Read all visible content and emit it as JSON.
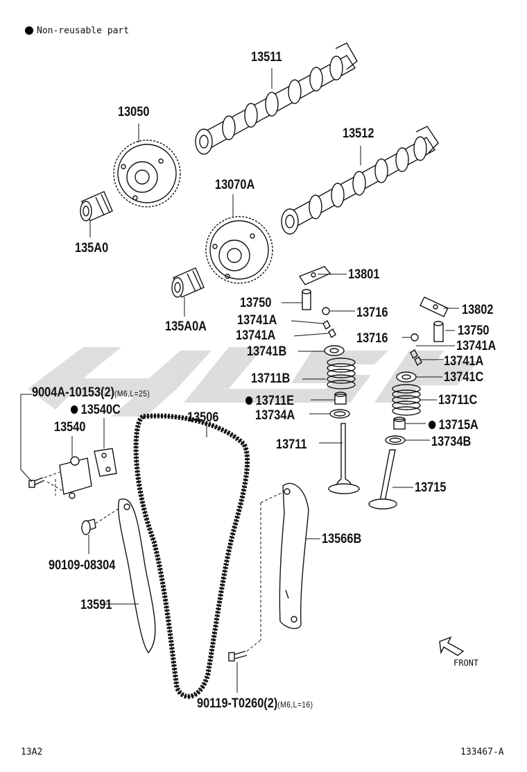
{
  "legend": {
    "bullet": "●",
    "note": "Non-reusable part"
  },
  "watermark": "ЧLЭЧ",
  "front_label": "FRONT",
  "footer": {
    "left": "13A2",
    "right": "133467-A"
  },
  "parts": [
    {
      "id": "p13511",
      "text": "13511",
      "bullet": false
    },
    {
      "id": "p13050",
      "text": "13050",
      "bullet": false
    },
    {
      "id": "p13512",
      "text": "13512",
      "bullet": false
    },
    {
      "id": "p13070A",
      "text": "13070A",
      "bullet": false
    },
    {
      "id": "p135A0",
      "text": "135A0",
      "bullet": false
    },
    {
      "id": "p13801",
      "text": "13801",
      "bullet": false
    },
    {
      "id": "p13750a",
      "text": "13750",
      "bullet": false
    },
    {
      "id": "p13716a",
      "text": "13716",
      "bullet": false
    },
    {
      "id": "p13802",
      "text": "13802",
      "bullet": false
    },
    {
      "id": "p13741Aa",
      "text": "13741A",
      "bullet": false
    },
    {
      "id": "p135A0A",
      "text": "135A0A",
      "bullet": false
    },
    {
      "id": "p13750b",
      "text": "13750",
      "bullet": false
    },
    {
      "id": "p13741Ab",
      "text": "13741A",
      "bullet": false
    },
    {
      "id": "p13716b",
      "text": "13716",
      "bullet": false
    },
    {
      "id": "p13741Ac",
      "text": "13741A",
      "bullet": false
    },
    {
      "id": "p13741B",
      "text": "13741B",
      "bullet": false
    },
    {
      "id": "p13741Ad",
      "text": "13741A",
      "bullet": false
    },
    {
      "id": "p13711B",
      "text": "13711B",
      "bullet": false
    },
    {
      "id": "p13741C",
      "text": "13741C",
      "bullet": false
    },
    {
      "id": "p9004A",
      "text": "9004A-10153(2)",
      "sub": "(M6,L=25)",
      "bullet": false
    },
    {
      "id": "p13711E",
      "text": "13711E",
      "bullet": true
    },
    {
      "id": "p13711C",
      "text": "13711C",
      "bullet": false
    },
    {
      "id": "p13540C",
      "text": "13540C",
      "bullet": true
    },
    {
      "id": "p13506",
      "text": "13506",
      "bullet": false
    },
    {
      "id": "p13734A",
      "text": "13734A",
      "bullet": false
    },
    {
      "id": "p13715A",
      "text": "13715A",
      "bullet": true
    },
    {
      "id": "p13540",
      "text": "13540",
      "bullet": false
    },
    {
      "id": "p13734B",
      "text": "13734B",
      "bullet": false
    },
    {
      "id": "p13711",
      "text": "13711",
      "bullet": false
    },
    {
      "id": "p13715",
      "text": "13715",
      "bullet": false
    },
    {
      "id": "p13566B",
      "text": "13566B",
      "bullet": false
    },
    {
      "id": "p90109",
      "text": "90109-08304",
      "bullet": false
    },
    {
      "id": "p13591",
      "text": "13591",
      "bullet": false
    },
    {
      "id": "p90119",
      "text": "90119-T0260(2)",
      "sub": "(M6,L=16)",
      "bullet": false
    }
  ]
}
